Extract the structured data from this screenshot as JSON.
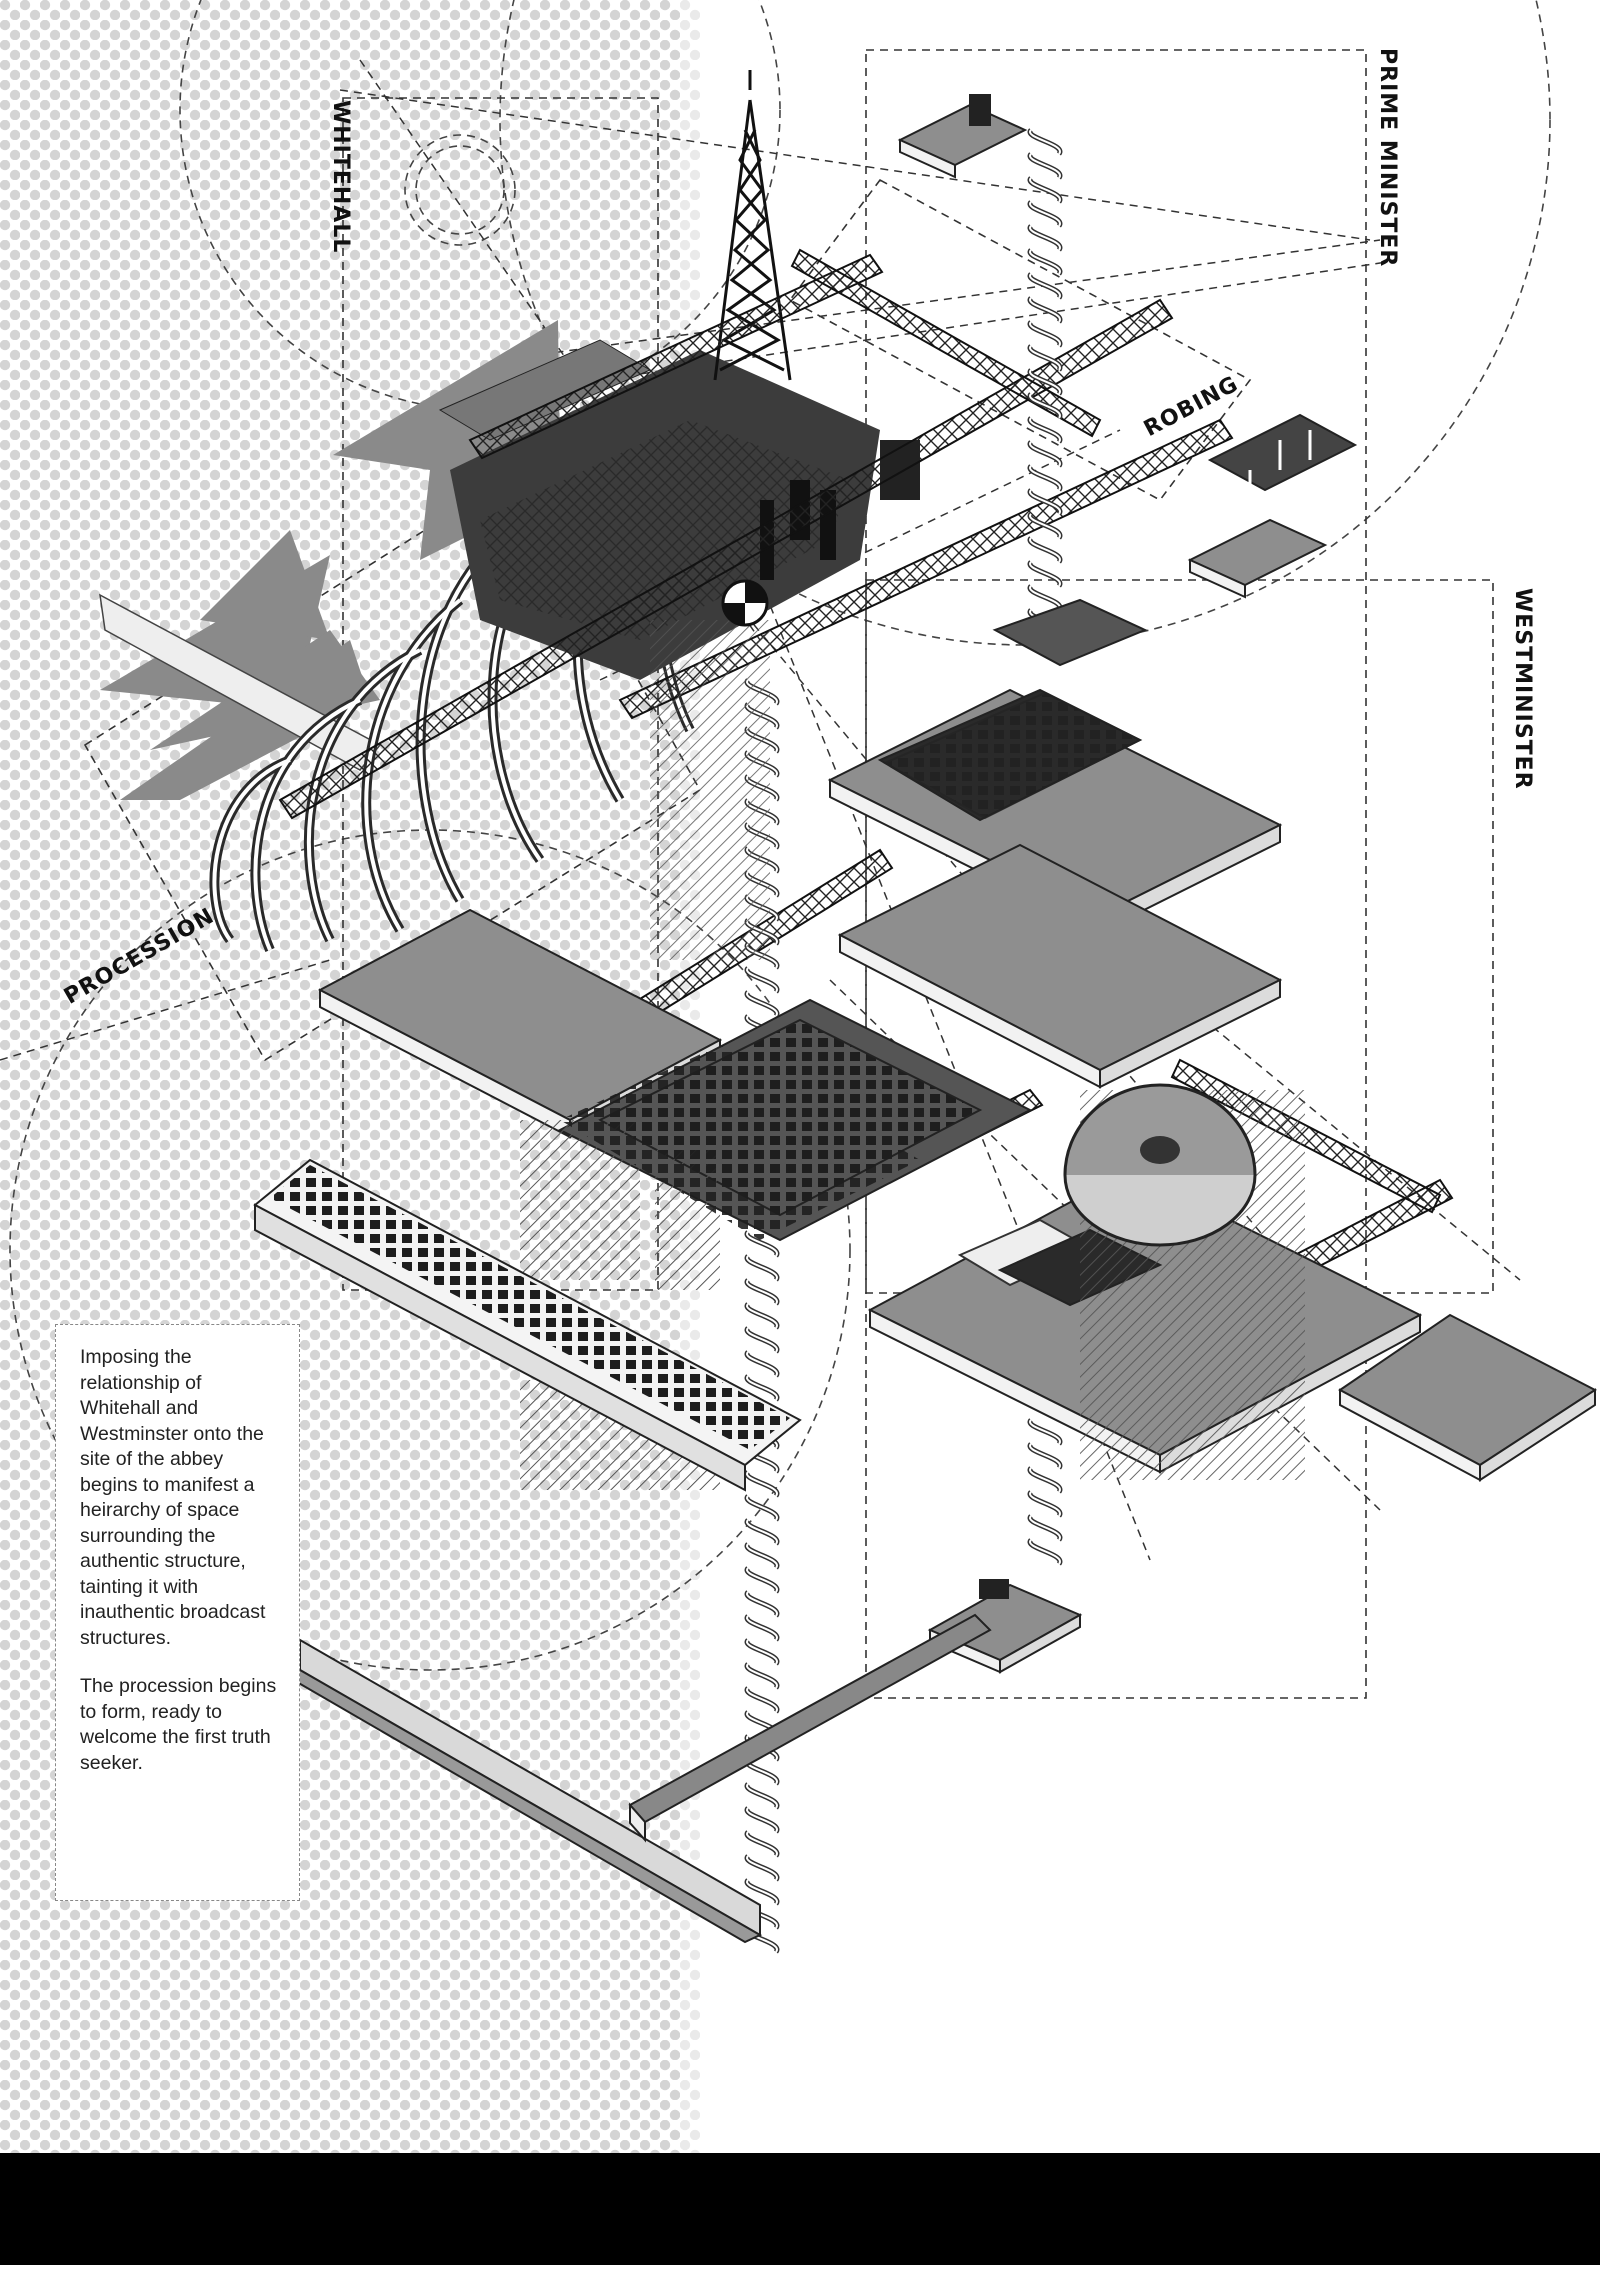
{
  "labels": {
    "whitehall": "WHITEHALL",
    "prime_minister": "PRIME MINISTER",
    "westminister": "WESTMINISTER",
    "robing": "ROBING",
    "procession": "PROCESSION"
  },
  "caption": {
    "paragraph_1": "Imposing the relationship of Whitehall and Westminster onto the site of the abbey begins to manifest a heirarchy of space surrounding the authentic structure, tainting it with inauthentic broadcast structures.",
    "paragraph_2": "The procession begins to form, ready to welcome the first truth seeker."
  },
  "colors": {
    "background": "#ffffff",
    "halftone_dot": "#d4d4d4",
    "slab_top": "#8e8e8e",
    "slab_side": "#f2f2f2",
    "dark_element": "#2a2a2a",
    "bottom_band": "#000000"
  }
}
